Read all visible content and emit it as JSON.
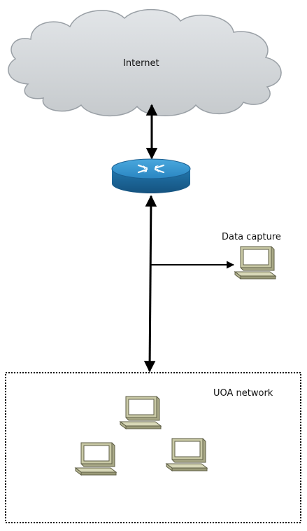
{
  "nodes": {
    "internet": {
      "label": "Internet",
      "icon": "cloud-icon"
    },
    "router": {
      "icon": "router-icon"
    },
    "data_capture": {
      "label": "Data capture",
      "icon": "computer-icon"
    },
    "uoa_network": {
      "label": "UOA network",
      "icon": "dotted-boundary",
      "hosts": [
        "computer-icon",
        "computer-icon",
        "computer-icon"
      ]
    }
  },
  "edges": [
    {
      "from": "internet",
      "to": "router",
      "direction": "both"
    },
    {
      "from": "router",
      "to": "uoa_network",
      "direction": "both"
    },
    {
      "from": "link-router-uoa",
      "to": "data_capture",
      "direction": "to"
    }
  ],
  "colors": {
    "cloud_fill": "#d3d6d9",
    "cloud_stroke": "#9aa0a6",
    "router_blue": "#2a86c2",
    "router_dark": "#1b5f91",
    "computer_body": "#c9c9a6",
    "computer_dark": "#5e5e45",
    "screen": "#ffffff",
    "line": "#000000"
  }
}
